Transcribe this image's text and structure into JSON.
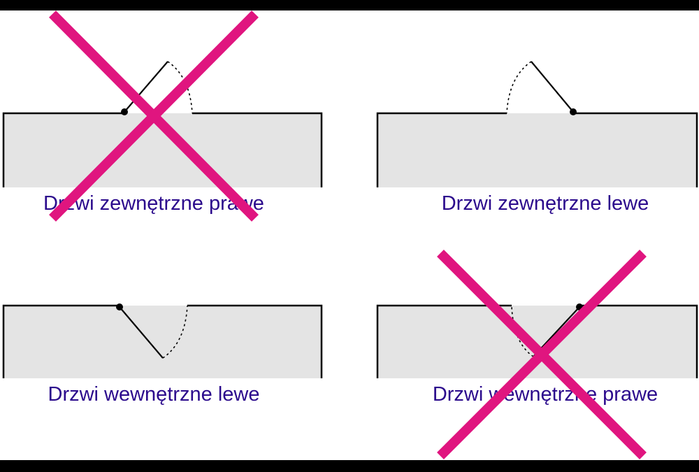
{
  "colors": {
    "label": "#2b0a8c",
    "cross": "#e0157f",
    "wall": "#e4e4e4"
  },
  "panels": [
    {
      "label": "Drzwi zewnętrzne prawe",
      "crossed_out": true
    },
    {
      "label": "Drzwi zewnętrzne lewe",
      "crossed_out": false
    },
    {
      "label": "Drzwi wewnętrzne lewe",
      "crossed_out": false
    },
    {
      "label": "Drzwi wewnętrzne prawe",
      "crossed_out": true
    }
  ]
}
